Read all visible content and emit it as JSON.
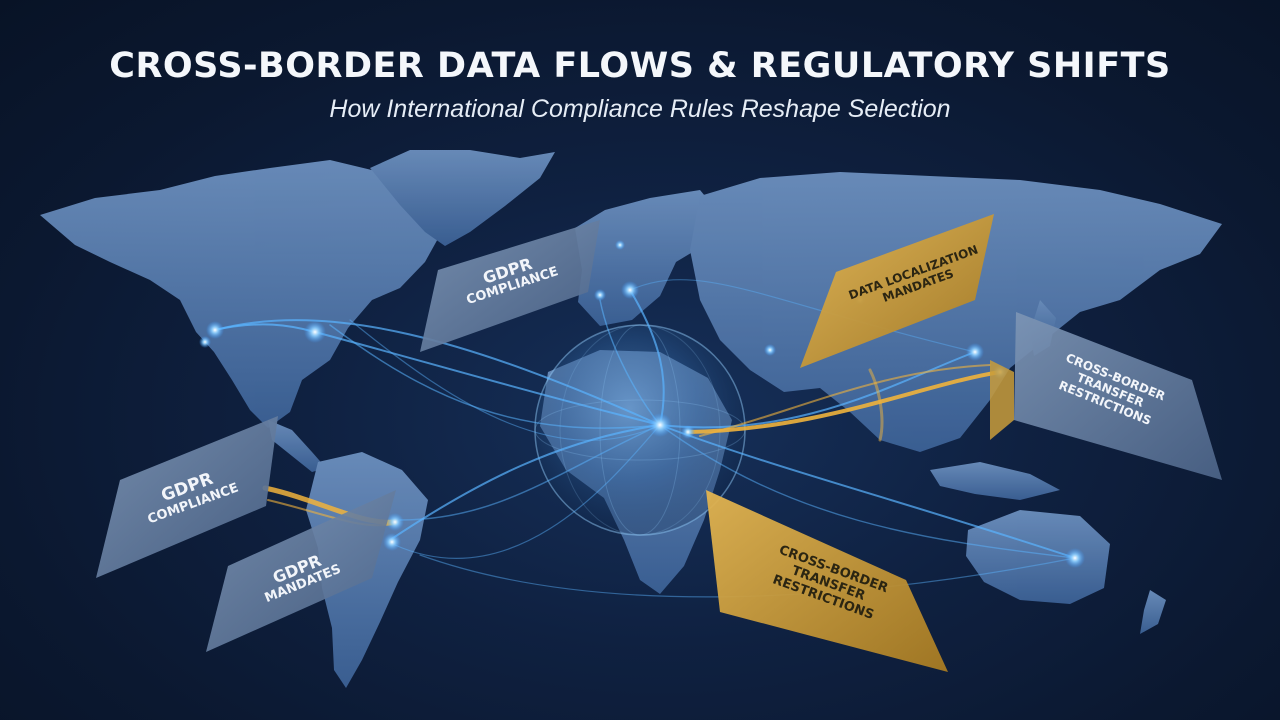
{
  "title": "CROSS-BORDER DATA FLOWS & REGULATORY SHIFTS",
  "subtitle": "How International Compliance Rules Reshape Selection",
  "colors": {
    "background": "#0c1830",
    "land": "#4a73a8",
    "flow_blue": "#5ab4ff",
    "flow_gold": "#f0b33c",
    "banner_blue": "#5d7699",
    "banner_gold": "#c99c3a"
  },
  "banners": [
    {
      "id": "gdpr-compliance-europe",
      "line1": "GDPR",
      "line2": "COMPLIANCE"
    },
    {
      "id": "data-localization",
      "line1": "DATA LOCALIZATION",
      "line2": "MANDATES"
    },
    {
      "id": "cross-border-asia",
      "line1": "CROSS-BORDER",
      "line2": "TRANSFER",
      "line3": "RESTRICTIONS"
    },
    {
      "id": "gdpr-compliance-west",
      "line1": "GDPR",
      "line2": "COMPLIANCE"
    },
    {
      "id": "gdpr-mandates",
      "line1": "GDPR",
      "line2": "MANDATES"
    },
    {
      "id": "cross-border-africa",
      "line1": "CROSS-BORDER",
      "line2": "TRANSFER",
      "line3": "RESTRICTIONS"
    }
  ]
}
